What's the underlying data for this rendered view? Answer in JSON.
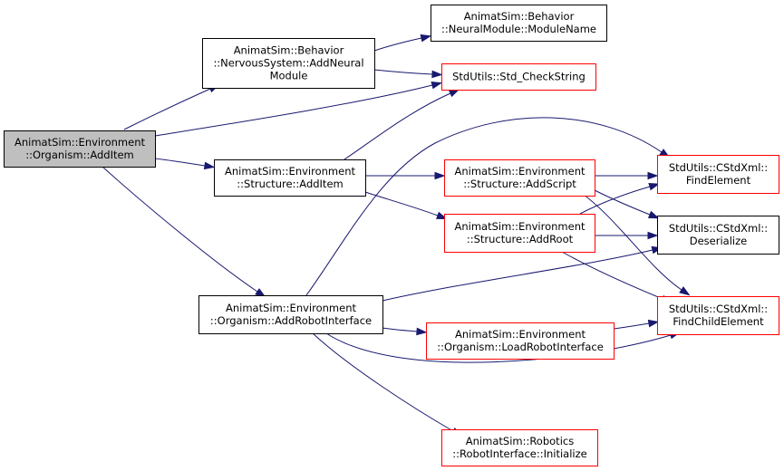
{
  "graph": {
    "nodes": [
      {
        "id": "organism_additem",
        "lines": [
          "AnimatSim::Environment",
          "::Organism::AddItem"
        ],
        "style": "root"
      },
      {
        "id": "ns_addneural",
        "lines": [
          "AnimatSim::Behavior",
          "::NervousSystem::AddNeural",
          "Module"
        ],
        "style": "black"
      },
      {
        "id": "nm_modulename",
        "lines": [
          "AnimatSim::Behavior",
          "::NeuralModule::ModuleName"
        ],
        "style": "black"
      },
      {
        "id": "std_checkstring",
        "lines": [
          "StdUtils::Std_CheckString"
        ],
        "style": "red"
      },
      {
        "id": "structure_additem",
        "lines": [
          "AnimatSim::Environment",
          "::Structure::AddItem"
        ],
        "style": "black"
      },
      {
        "id": "structure_addscript",
        "lines": [
          "AnimatSim::Environment",
          "::Structure::AddScript"
        ],
        "style": "red"
      },
      {
        "id": "structure_addroot",
        "lines": [
          "AnimatSim::Environment",
          "::Structure::AddRoot"
        ],
        "style": "red"
      },
      {
        "id": "xml_findelement",
        "lines": [
          "StdUtils::CStdXml::",
          "FindElement"
        ],
        "style": "red"
      },
      {
        "id": "xml_deserialize",
        "lines": [
          "StdUtils::CStdXml::",
          "Deserialize"
        ],
        "style": "black"
      },
      {
        "id": "xml_findchildelement",
        "lines": [
          "StdUtils::CStdXml::",
          "FindChildElement"
        ],
        "style": "red"
      },
      {
        "id": "organism_addrobot",
        "lines": [
          "AnimatSim::Environment",
          "::Organism::AddRobotInterface"
        ],
        "style": "black"
      },
      {
        "id": "organism_loadrobot",
        "lines": [
          "AnimatSim::Environment",
          "::Organism::LoadRobotInterface"
        ],
        "style": "red"
      },
      {
        "id": "robot_initialize",
        "lines": [
          "AnimatSim::Robotics",
          "::RobotInterface::Initialize"
        ],
        "style": "red"
      }
    ],
    "edges": [
      {
        "from": "organism_additem",
        "to": "ns_addneural"
      },
      {
        "from": "organism_additem",
        "to": "std_checkstring"
      },
      {
        "from": "organism_additem",
        "to": "structure_additem"
      },
      {
        "from": "organism_additem",
        "to": "organism_addrobot"
      },
      {
        "from": "ns_addneural",
        "to": "nm_modulename"
      },
      {
        "from": "ns_addneural",
        "to": "std_checkstring"
      },
      {
        "from": "structure_additem",
        "to": "std_checkstring"
      },
      {
        "from": "structure_additem",
        "to": "structure_addscript"
      },
      {
        "from": "structure_additem",
        "to": "structure_addroot"
      },
      {
        "from": "structure_addscript",
        "to": "xml_findelement"
      },
      {
        "from": "structure_addscript",
        "to": "xml_deserialize"
      },
      {
        "from": "structure_addscript",
        "to": "xml_findchildelement"
      },
      {
        "from": "structure_addroot",
        "to": "xml_findelement"
      },
      {
        "from": "structure_addroot",
        "to": "xml_deserialize"
      },
      {
        "from": "structure_addroot",
        "to": "xml_findchildelement"
      },
      {
        "from": "organism_addrobot",
        "to": "xml_findelement"
      },
      {
        "from": "organism_addrobot",
        "to": "xml_deserialize"
      },
      {
        "from": "organism_addrobot",
        "to": "organism_loadrobot"
      },
      {
        "from": "organism_addrobot",
        "to": "xml_findchildelement"
      },
      {
        "from": "organism_addrobot",
        "to": "robot_initialize"
      },
      {
        "from": "organism_loadrobot",
        "to": "xml_findchildelement"
      }
    ],
    "colors": {
      "edge": "#191970",
      "node_border_default": "#000000",
      "node_border_highlight": "#ff0000",
      "node_fill_root": "#bfbfbf",
      "node_fill": "#ffffff"
    }
  }
}
